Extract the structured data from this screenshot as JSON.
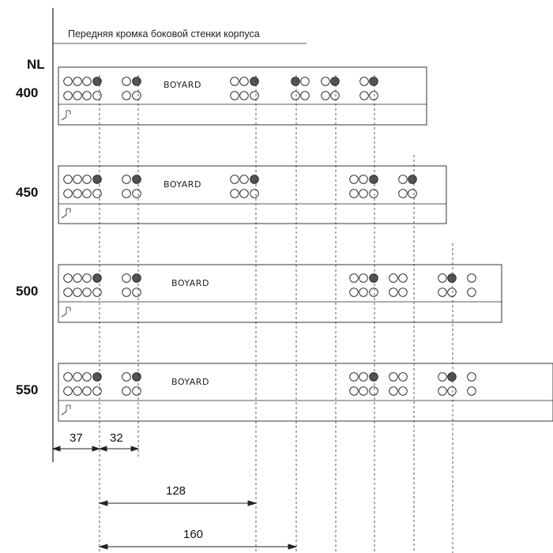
{
  "header_label": "Передняя кромка боковой стенки корпуса",
  "nl_label": "NL",
  "rails": [
    {
      "size": "400",
      "logo": "BOYARD"
    },
    {
      "size": "450",
      "logo": "BOYARD"
    },
    {
      "size": "500",
      "logo": "BOYARD"
    },
    {
      "size": "550",
      "logo": "BOYARD"
    }
  ],
  "dimensions": {
    "d37": "37",
    "d32": "32",
    "d128": "128",
    "d160": "160"
  }
}
